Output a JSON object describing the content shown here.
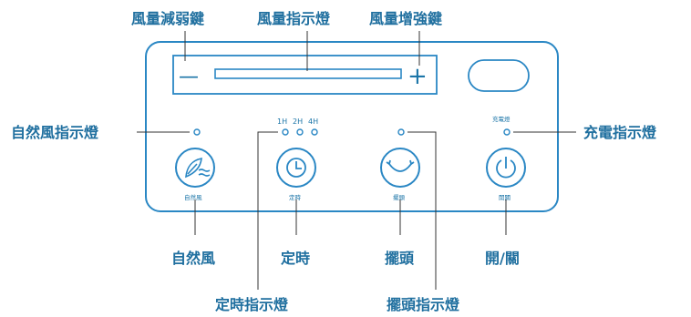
{
  "callouts": {
    "fan_down_key": "風量減弱鍵",
    "fan_level_indicator": "風量指示燈",
    "fan_up_key": "風量增強鍵",
    "natural_wind_indicator": "自然風指示燈",
    "charge_indicator": "充電指示燈",
    "natural_wind": "自然風",
    "timer": "定時",
    "swing": "擺頭",
    "power": "開/關",
    "timer_indicator": "定時指示燈",
    "swing_indicator": "擺頭指示燈"
  },
  "panel": {
    "minus_symbol": "—",
    "plus_symbol": "+",
    "timer_hours": [
      "1H",
      "2H",
      "4H"
    ],
    "charge_label": "充電燈",
    "button_labels": {
      "natural_wind": "自然風",
      "timer": "定時",
      "swing": "擺頭",
      "power": "開關"
    }
  },
  "icons": {
    "natural_wind": "leaf-wind-icon",
    "timer": "clock-icon",
    "swing": "swing-arc-icon",
    "power": "power-icon"
  },
  "colors": {
    "panel_line": "#2a87c4",
    "callout_text": "#1f6f9f",
    "leader_line": "#333333"
  }
}
